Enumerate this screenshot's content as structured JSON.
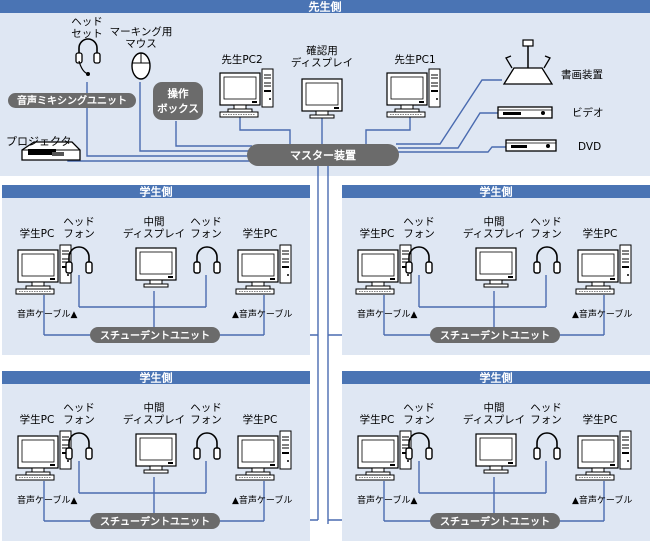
{
  "teacher": {
    "title": "先生側",
    "headset": [
      "ヘッド",
      "セット"
    ],
    "mouse": [
      "マーキング用",
      "マウス"
    ],
    "pc2": "先生PC2",
    "confirm_display": [
      "確認用",
      "ディスプレイ"
    ],
    "pc1": "先生PC1",
    "document_camera": "書画装置",
    "video": "ビデオ",
    "dvd": "DVD",
    "mixing_unit": "音声ミキシングユニット",
    "control_box": [
      "操作",
      "ボックス"
    ],
    "projector": "プロジェクタ",
    "master_unit": "マスター装置"
  },
  "student_group": {
    "title": "学生側",
    "pc": "学生PC",
    "headphones": [
      "ヘッド",
      "フォン"
    ],
    "middle_display": [
      "中間",
      "ディスプレイ"
    ],
    "cable_left": "音声ケーブル▲",
    "cable_right": "▲音声ケーブル",
    "student_unit": "スチューデントユニット"
  },
  "colors": {
    "panel_bg": "#dfe7f3",
    "title_bar": "#4a74b4",
    "pill": "#6b6b6b",
    "line": "#4a6bb0"
  }
}
